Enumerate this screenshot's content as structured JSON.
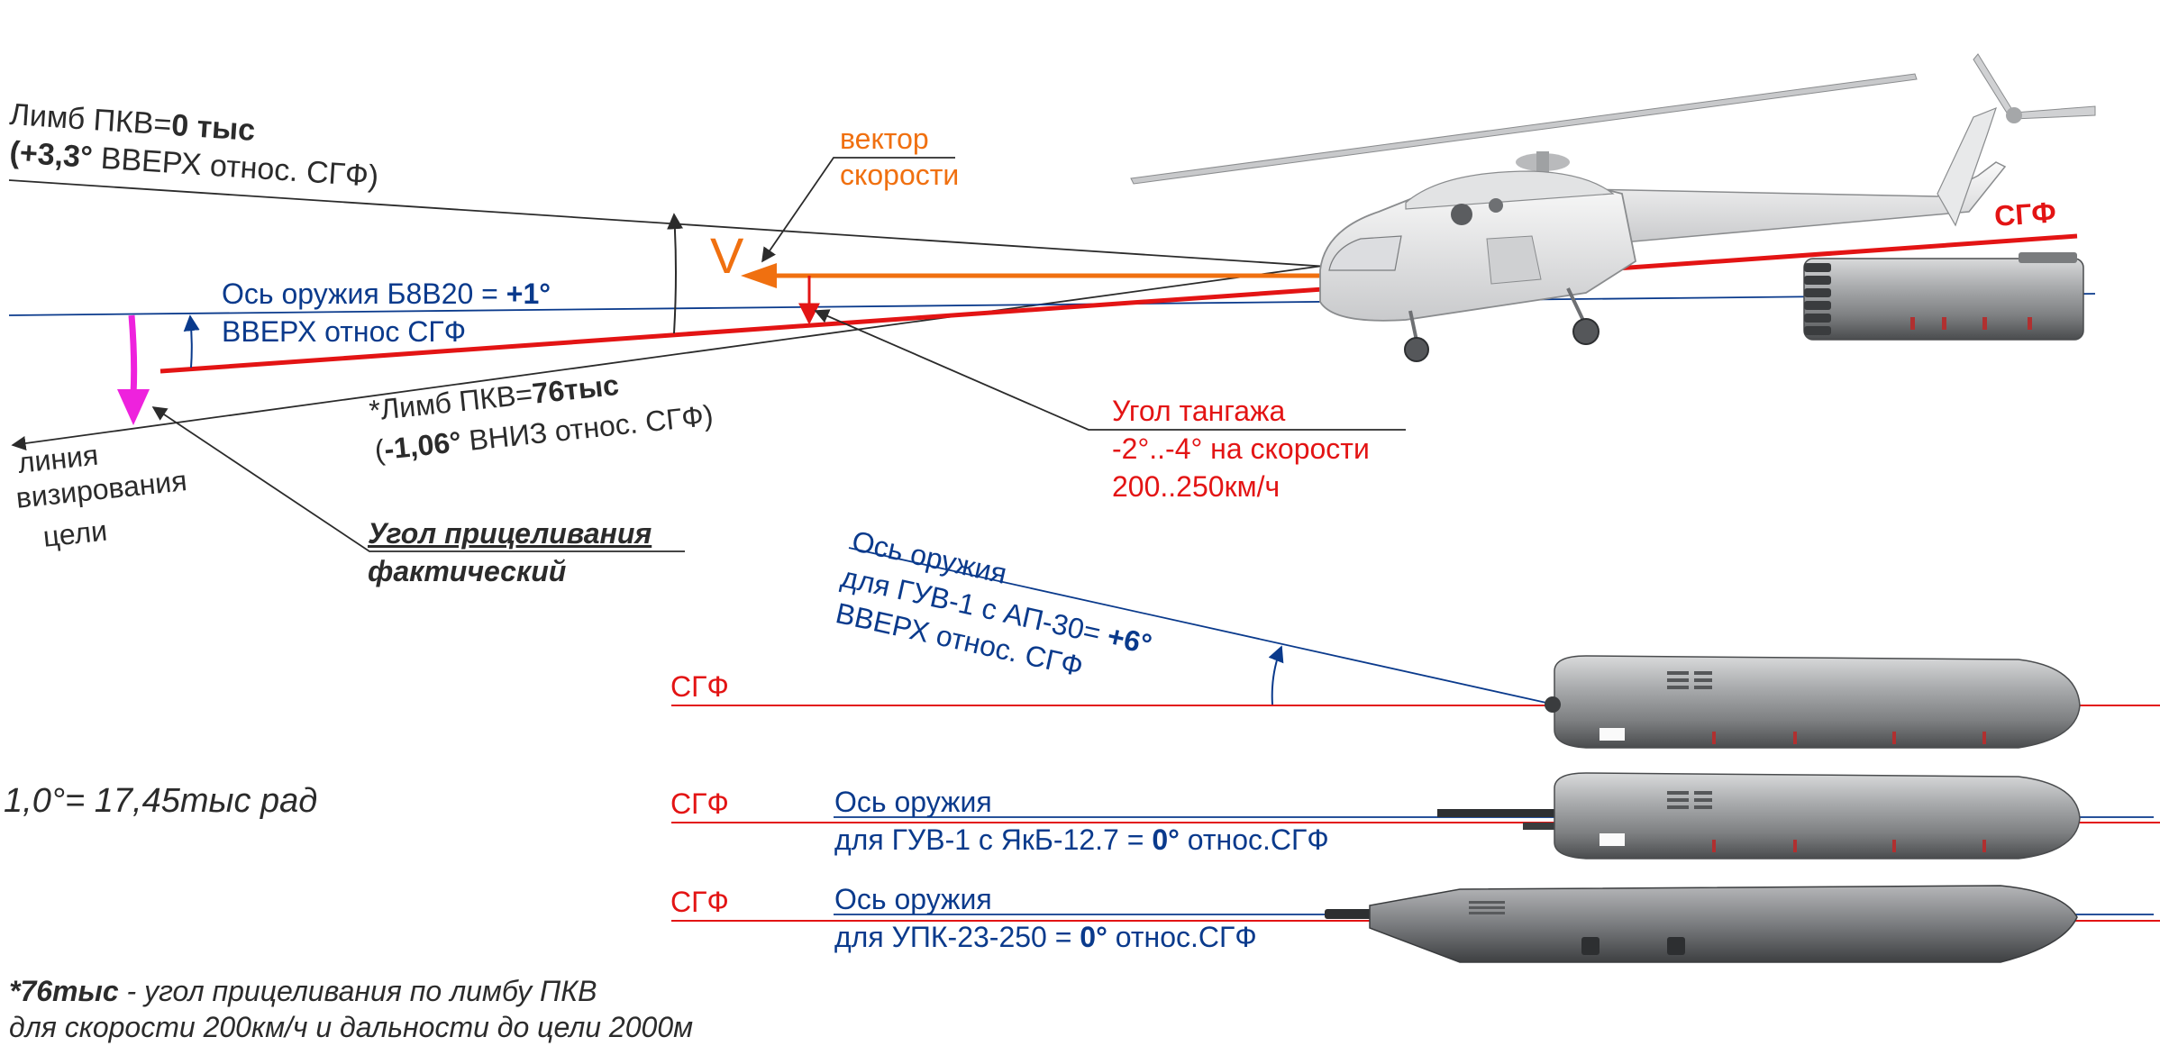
{
  "labels": {
    "limb0_line1_a": "Лимб ПКВ=",
    "limb0_line1_b": "0 тыс",
    "limb0_line2_a": "(+3,3°",
    "limb0_line2_b": "  ВВЕРХ относ. СГФ)",
    "velocity_1": "вектор",
    "velocity_2": "скорости",
    "velocity_v": "V",
    "sgf_top": "СГФ",
    "b8v20_1_a": "Ось оружия Б8В20 = ",
    "b8v20_1_b": "+1°",
    "b8v20_2": "ВВЕРХ относ СГФ",
    "limb76_1_a": "*Лимб ПКВ=",
    "limb76_1_b": "76тыс",
    "limb76_2_a": "(",
    "limb76_2_b": "-1,06°",
    "limb76_2_c": " ВНИЗ относ. СГФ)",
    "sight_1": "линия",
    "sight_2": "визирования",
    "sight_3": "цели",
    "aim_1": "Угол прицеливания",
    "aim_2": "фактический",
    "pitch_1": "Угол тангажа",
    "pitch_2": "-2°..-4° на скорости",
    "pitch_3": "200..250км/ч",
    "guv_ap_1": "Ось оружия",
    "guv_ap_2": "для ГУВ-1 с АП-30= ",
    "guv_ap_2b": "+6°",
    "guv_ap_3": "ВВЕРХ относ. СГФ",
    "sgf_1": "СГФ",
    "sgf_2": "СГФ",
    "sgf_3": "СГФ",
    "guv_yak_1": "Ось оружия",
    "guv_yak_2a": "для ГУВ-1 с ЯкБ-12.7 = ",
    "guv_yak_2b": "0°",
    "guv_yak_2c": " относ.СГФ",
    "upk_1": "Ось оружия",
    "upk_2a": "для УПК-23-250 = ",
    "upk_2b": "0°",
    "upk_2c": " относ.СГФ",
    "conversion": "1,0°= 17,45тыс рад",
    "note_1a": "*76тыс",
    "note_1b": " - угол прицеливания по лимбу ПКВ",
    "note_2": "для скорости 200км/ч и дальности до цели 2000м"
  },
  "colors": {
    "sgf_red": "#e31414",
    "weapon_axis_blue": "#0a3a8c",
    "velocity_orange": "#f07010",
    "aim_magenta": "#ee22dd",
    "text_gray": "#2b2b2b"
  }
}
